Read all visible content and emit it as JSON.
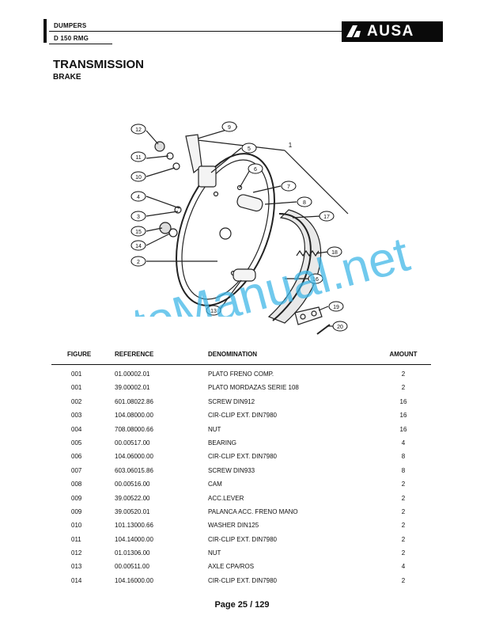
{
  "header": {
    "brand": "DUMPERS",
    "model": "D 150 RMG",
    "logo_text": "AUSA"
  },
  "section": {
    "title": "TRANSMISSION",
    "subtitle": "BRAKE"
  },
  "diagram": {
    "callouts": [
      "1",
      "2",
      "3",
      "4",
      "5",
      "6",
      "7",
      "8",
      "9",
      "10",
      "11",
      "12",
      "13",
      "14",
      "15",
      "16",
      "17",
      "18",
      "19",
      "20"
    ]
  },
  "watermark": "AutoManual.net",
  "table": {
    "headers": {
      "figure": "FIGURE",
      "reference": "REFERENCE",
      "denomination": "DENOMINATION",
      "amount": "AMOUNT"
    },
    "rows": [
      {
        "figure": "001",
        "reference": "01.00002.01",
        "denomination": "PLATO FRENO COMP.",
        "amount": "2"
      },
      {
        "figure": "001",
        "reference": "39.00002.01",
        "denomination": "PLATO MORDAZAS SERIE 108",
        "amount": "2"
      },
      {
        "figure": "002",
        "reference": "601.08022.86",
        "denomination": "SCREW DIN912",
        "amount": "16"
      },
      {
        "figure": "003",
        "reference": "104.08000.00",
        "denomination": "CIR-CLIP EXT. DIN7980",
        "amount": "16"
      },
      {
        "figure": "004",
        "reference": "708.08000.66",
        "denomination": "NUT",
        "amount": "16"
      },
      {
        "figure": "005",
        "reference": "00.00517.00",
        "denomination": "BEARING",
        "amount": "4"
      },
      {
        "figure": "006",
        "reference": "104.06000.00",
        "denomination": "CIR-CLIP EXT. DIN7980",
        "amount": "8"
      },
      {
        "figure": "007",
        "reference": "603.06015.86",
        "denomination": "SCREW DIN933",
        "amount": "8"
      },
      {
        "figure": "008",
        "reference": "00.00516.00",
        "denomination": "CAM",
        "amount": "2"
      },
      {
        "figure": "009",
        "reference": "39.00522.00",
        "denomination": "ACC.LEVER",
        "amount": "2"
      },
      {
        "figure": "009",
        "reference": "39.00520.01",
        "denomination": "PALANCA ACC. FRENO MANO",
        "amount": "2"
      },
      {
        "figure": "010",
        "reference": "101.13000.66",
        "denomination": "WASHER DIN125",
        "amount": "2"
      },
      {
        "figure": "011",
        "reference": "104.14000.00",
        "denomination": "CIR-CLIP EXT. DIN7980",
        "amount": "2"
      },
      {
        "figure": "012",
        "reference": "01.01306.00",
        "denomination": "NUT",
        "amount": "2"
      },
      {
        "figure": "013",
        "reference": "00.00511.00",
        "denomination": "AXLE CPA/ROS",
        "amount": "4"
      },
      {
        "figure": "014",
        "reference": "104.16000.00",
        "denomination": "CIR-CLIP EXT. DIN7980",
        "amount": "2"
      }
    ]
  },
  "footer": {
    "page_label": "Page 25 / 129"
  },
  "colors": {
    "ink": "#111111",
    "logo_bg": "#0a0a0a",
    "watermark": "#39b4e6"
  }
}
